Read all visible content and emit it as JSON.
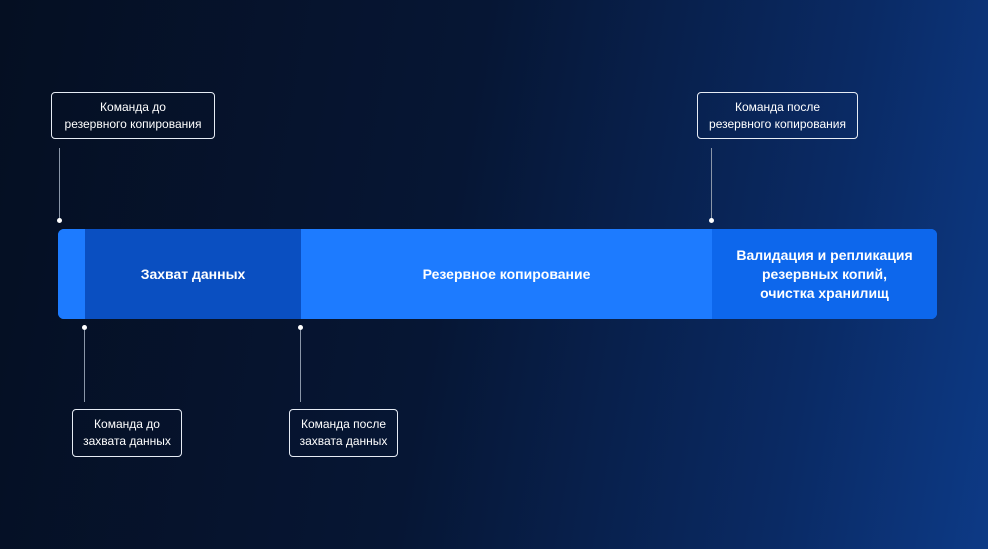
{
  "segments": {
    "capture": "Захват данных",
    "backup": "Резервное копирование",
    "validate": "Валидация и репликация\nрезервных копий,\nочистка хранилищ"
  },
  "callouts": {
    "pre_backup": "Команда до\nрезервного копирования",
    "post_backup": "Команда после\nрезервного копирования",
    "pre_capture": "Команда до\nзахвата данных",
    "post_capture": "Команда после\nзахвата данных"
  }
}
